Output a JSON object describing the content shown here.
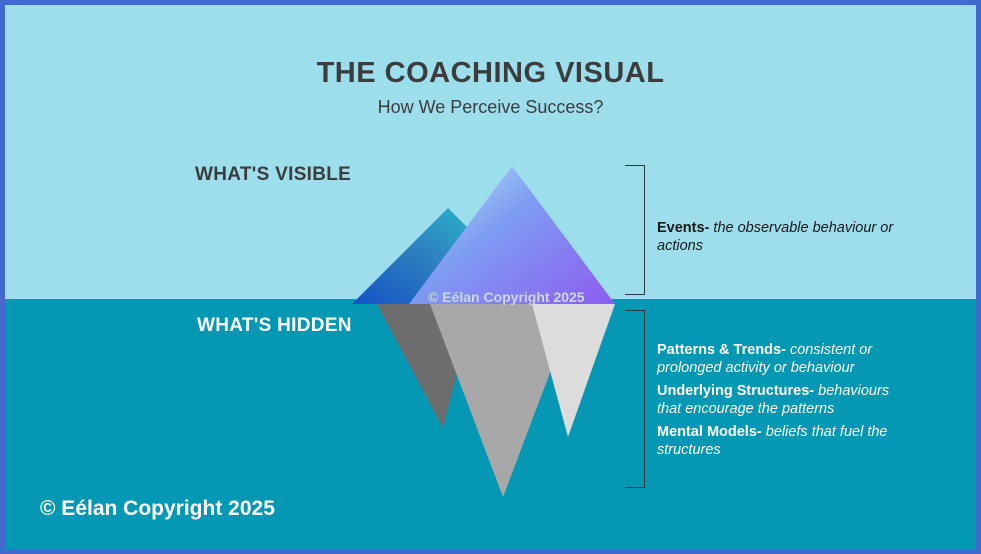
{
  "document": {
    "title": "THE COACHING VISUAL",
    "subtitle": "How We Perceive Success?"
  },
  "sections": {
    "visible_label": "WHAT'S VISIBLE",
    "hidden_label": "WHAT'S HIDDEN"
  },
  "annotations": {
    "events": {
      "term": "Events-",
      "description": " the observable behaviour or actions"
    },
    "patterns": {
      "term": "Patterns & Trends-",
      "description": " consistent or prolonged activity or behaviour"
    },
    "structures": {
      "term": "Underlying Structures-",
      "description": " behaviours that encourage the patterns"
    },
    "models": {
      "term": "Mental Models-",
      "description": " beliefs that fuel the structures"
    }
  },
  "watermark": "© Eélan Copyright 2025",
  "copyright": "© Eélan Copyright 2025",
  "colors": {
    "border": "#4169CE",
    "sky": "#9DDEEC",
    "water": "#0598B4",
    "heading": "#3C3C3C",
    "peak_left_top": "#2E7FBF",
    "peak_left_bottom": "#1453C6",
    "peak_left_right": "#22B6C8",
    "peak_right_top": "#8FA9F0",
    "peak_right_left": "#A8D8EE",
    "peak_right_bottom": "#8C5CF0",
    "submerged_dark": "#6E6E6E",
    "submerged_mid": "#A8A8A8",
    "submerged_light": "#DCDCDC"
  }
}
